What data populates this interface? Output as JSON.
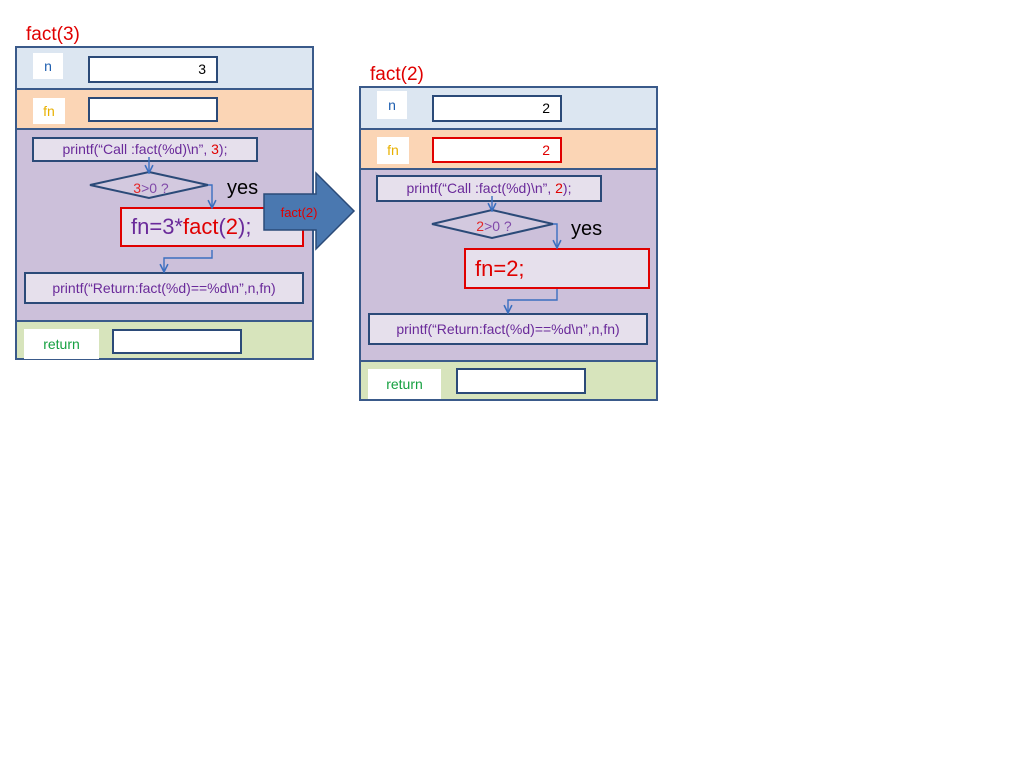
{
  "frame1": {
    "title": "fact(3)",
    "n_label": "n",
    "n_value": "3",
    "fn_label": "fn",
    "fn_value": "",
    "call_prefix": "printf(“Call   :fact(%d)\\n”, ",
    "call_arg": "3",
    "call_suffix": ");",
    "cond_num": "3",
    "cond_rest": ">0 ?",
    "yes": "yes",
    "assign_prefix": "fn=3*",
    "assign_func": "fact",
    "assign_open": "(",
    "assign_arg": "2",
    "assign_close": ");",
    "return_printf": "printf(“Return:fact(%d)==%d\\n”,n,fn)",
    "return_label": "return",
    "return_value": ""
  },
  "call_arrow": {
    "label": "fact(2)"
  },
  "frame2": {
    "title": "fact(2)",
    "n_label": "n",
    "n_value": "2",
    "fn_label": "fn",
    "fn_value": "2",
    "call_prefix": "printf(“Call   :fact(%d)\\n”, ",
    "call_arg": "2",
    "call_suffix": ");",
    "cond_num": "2",
    "cond_rest": ">0 ?",
    "yes": "yes",
    "assign": "fn=2;",
    "return_printf": "printf(“Return:fact(%d)==%d\\n”,n,fn)",
    "return_label": "return",
    "return_value": ""
  },
  "colors": {
    "title_red": "#e00000",
    "frame_border": "#3a5a8a",
    "n_band": "#dce6f1",
    "fn_band": "#fbd5b5",
    "code_band": "#ccc0da",
    "return_band": "#d7e4bc",
    "arrow_fill": "#4a78b0"
  }
}
